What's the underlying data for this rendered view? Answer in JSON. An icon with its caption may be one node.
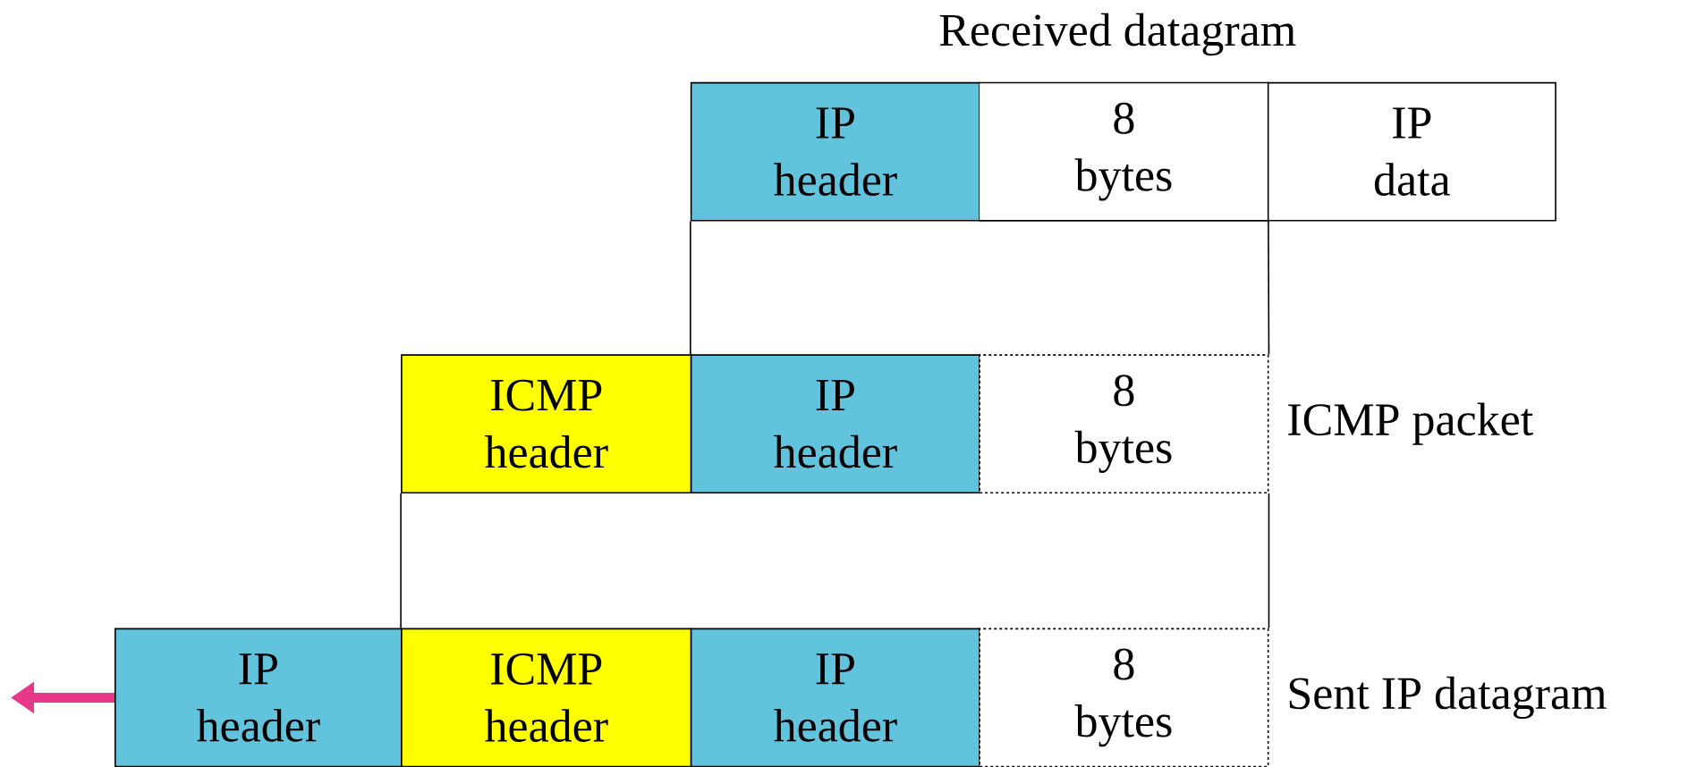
{
  "diagram": {
    "nodes": [
      {
        "text": [
          "IP header"
        ]
      },
      {
        "text": [
          "8 bytes"
        ]
      },
      {
        "text": [
          "IP data"
        ]
      },
      {
        "text": [
          "ICMP header"
        ]
      },
      {
        "text": [
          "IP header"
        ]
      },
      {
        "text": [
          "8 bytes"
        ]
      },
      {
        "text": [
          "IP header"
        ]
      },
      {
        "text": [
          "ICMP header"
        ]
      },
      {
        "text": [
          "IP header"
        ]
      },
      {
        "text": [
          "8 bytes"
        ]
      }
    ],
    "edges": [
      {
        "from": 0,
        "to": 4,
        "arrow": "none"
      },
      {
        "from": 1,
        "to": 5,
        "arrow": "none"
      },
      {
        "from": 3,
        "to": 7,
        "arrow": "none"
      },
      {
        "from": 5,
        "to": 9,
        "arrow": "none"
      },
      {
        "from": 6,
        "to": null,
        "arrow": "to",
        "style": "thick",
        "color": "#e8388a"
      }
    ],
    "labels": [
      "Received datagram",
      "ICMP packet",
      "Sent IP datagram"
    ]
  }
}
